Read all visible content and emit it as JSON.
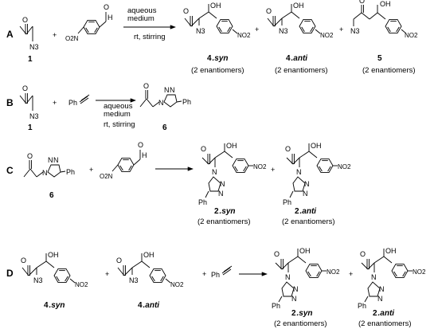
{
  "rows": {
    "A": {
      "letter": "A",
      "conditions": [
        "aqueous",
        "medium",
        "rt, stirring"
      ],
      "plus": "+",
      "reactants": [
        {
          "label": "1",
          "groups": {
            "n3": "N3"
          }
        },
        {
          "label": "",
          "groups": {
            "cho": "H",
            "no2": "O2N"
          }
        }
      ],
      "products": [
        {
          "label": "4",
          "label_suffix": ".syn",
          "note": "(2 enantiomers)",
          "groups": {
            "oh": "OH",
            "n3": "N3",
            "no2": "NO2"
          }
        },
        {
          "label": "4",
          "label_suffix": ".anti",
          "note": "(2 enantiomers)",
          "groups": {
            "oh": "OH",
            "n3": "N3",
            "no2": "NO2"
          }
        },
        {
          "label": "5",
          "label_suffix": "",
          "note": "(2 enantiomers)",
          "groups": {
            "oh": "OH",
            "n3": "N3",
            "no2": "NO2"
          }
        }
      ]
    },
    "B": {
      "letter": "B",
      "conditions": [
        "aqueous",
        "medium",
        "rt, stirring"
      ],
      "plus": "+",
      "reactants": [
        {
          "label": "1",
          "groups": {
            "n3": "N3"
          }
        },
        {
          "label": "",
          "groups": {
            "ph": "Ph"
          }
        }
      ],
      "products": [
        {
          "label": "6",
          "groups": {
            "n": "N",
            "ph": "Ph"
          }
        }
      ]
    },
    "C": {
      "letter": "C",
      "plus": "+",
      "reactants": [
        {
          "label": "6",
          "groups": {
            "n": "N",
            "ph": "Ph"
          }
        },
        {
          "label": "",
          "groups": {
            "cho": "H",
            "no2": "O2N"
          }
        }
      ],
      "products": [
        {
          "label": "2",
          "label_suffix": ".syn",
          "note": "(2 enantiomers)",
          "groups": {
            "oh": "OH",
            "n": "N",
            "ph": "Ph",
            "no2": "NO2"
          }
        },
        {
          "label": "2",
          "label_suffix": ".anti",
          "note": "(2 enantiomers)",
          "groups": {
            "oh": "OH",
            "n": "N",
            "ph": "Ph",
            "no2": "NO2"
          }
        }
      ]
    },
    "D": {
      "letter": "D",
      "plus": "+",
      "reactants": [
        {
          "label": "4",
          "label_suffix": ".syn",
          "groups": {
            "oh": "OH",
            "n3": "N3",
            "no2": "NO2"
          }
        },
        {
          "label": "4",
          "label_suffix": ".anti",
          "groups": {
            "oh": "OH",
            "n3": "N3",
            "no2": "NO2"
          }
        },
        {
          "label": "",
          "groups": {
            "ph": "Ph"
          }
        }
      ],
      "products": [
        {
          "label": "2",
          "label_suffix": ".syn",
          "note": "(2 enantiomers)",
          "groups": {
            "oh": "OH",
            "n": "N",
            "ph": "Ph",
            "no2": "NO2"
          }
        },
        {
          "label": "2",
          "label_suffix": ".anti",
          "note": "(2 enantiomers)",
          "groups": {
            "oh": "OH",
            "n": "N",
            "ph": "Ph",
            "no2": "NO2"
          }
        }
      ]
    }
  }
}
